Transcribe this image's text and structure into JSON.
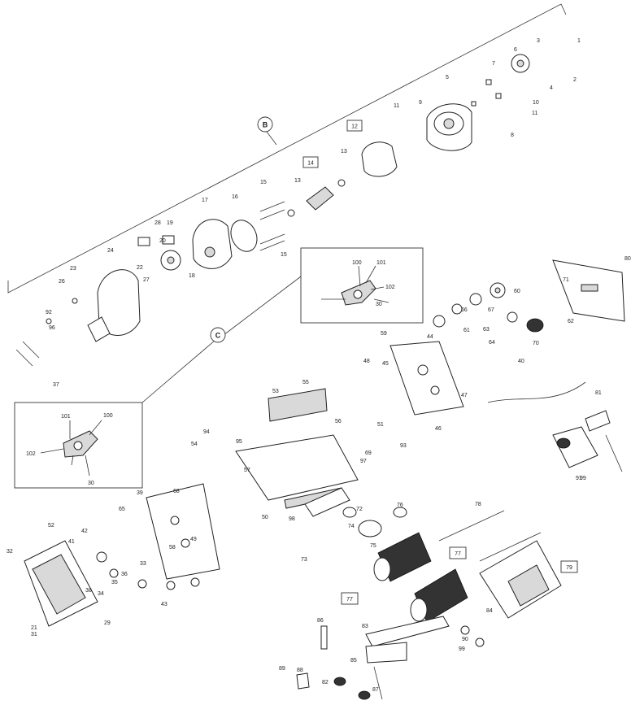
{
  "diagram": {
    "callouts": {
      "section_b": "B",
      "section_c": "C"
    },
    "boxed_labels": {
      "b12": "12",
      "b14": "14",
      "b77a": "77",
      "b77b": "77",
      "b79": "79"
    },
    "labels": [
      {
        "id": "1",
        "t": "1"
      },
      {
        "id": "2a",
        "t": "2"
      },
      {
        "id": "3",
        "t": "3"
      },
      {
        "id": "4",
        "t": "4"
      },
      {
        "id": "5",
        "t": "5"
      },
      {
        "id": "6",
        "t": "6"
      },
      {
        "id": "7a",
        "t": "7"
      },
      {
        "id": "8",
        "t": "8"
      },
      {
        "id": "9",
        "t": "9"
      },
      {
        "id": "10",
        "t": "10"
      },
      {
        "id": "11a",
        "t": "11"
      },
      {
        "id": "11b",
        "t": "11"
      },
      {
        "id": "13a",
        "t": "13"
      },
      {
        "id": "13b",
        "t": "13"
      },
      {
        "id": "15a",
        "t": "15"
      },
      {
        "id": "15b",
        "t": "15"
      },
      {
        "id": "16",
        "t": "16"
      },
      {
        "id": "17",
        "t": "17"
      },
      {
        "id": "18a",
        "t": "18"
      },
      {
        "id": "19",
        "t": "19"
      },
      {
        "id": "20",
        "t": "20"
      },
      {
        "id": "21",
        "t": "21"
      },
      {
        "id": "22",
        "t": "22"
      },
      {
        "id": "23",
        "t": "23"
      },
      {
        "id": "24",
        "t": "24"
      },
      {
        "id": "26",
        "t": "26"
      },
      {
        "id": "27",
        "t": "27"
      },
      {
        "id": "28",
        "t": "28"
      },
      {
        "id": "29",
        "t": "29"
      },
      {
        "id": "30a",
        "t": "30"
      },
      {
        "id": "30b",
        "t": "30"
      },
      {
        "id": "31",
        "t": "31"
      },
      {
        "id": "32",
        "t": "32"
      },
      {
        "id": "33",
        "t": "33"
      },
      {
        "id": "34",
        "t": "34"
      },
      {
        "id": "35",
        "t": "35"
      },
      {
        "id": "36",
        "t": "36"
      },
      {
        "id": "37",
        "t": "37"
      },
      {
        "id": "38",
        "t": "38"
      },
      {
        "id": "39",
        "t": "39"
      },
      {
        "id": "40",
        "t": "40"
      },
      {
        "id": "41",
        "t": "41"
      },
      {
        "id": "42",
        "t": "42"
      },
      {
        "id": "43",
        "t": "43"
      },
      {
        "id": "44",
        "t": "44"
      },
      {
        "id": "45",
        "t": "45"
      },
      {
        "id": "46",
        "t": "46"
      },
      {
        "id": "47",
        "t": "47"
      },
      {
        "id": "48",
        "t": "48"
      },
      {
        "id": "49",
        "t": "49"
      },
      {
        "id": "50",
        "t": "50"
      },
      {
        "id": "51",
        "t": "51"
      },
      {
        "id": "52",
        "t": "52"
      },
      {
        "id": "53",
        "t": "53"
      },
      {
        "id": "54",
        "t": "54"
      },
      {
        "id": "55",
        "t": "55"
      },
      {
        "id": "56",
        "t": "56"
      },
      {
        "id": "57",
        "t": "57"
      },
      {
        "id": "58",
        "t": "58"
      },
      {
        "id": "59",
        "t": "59"
      },
      {
        "id": "60",
        "t": "60"
      },
      {
        "id": "61",
        "t": "61"
      },
      {
        "id": "62",
        "t": "62"
      },
      {
        "id": "63",
        "t": "63"
      },
      {
        "id": "64",
        "t": "64"
      },
      {
        "id": "65",
        "t": "65"
      },
      {
        "id": "66",
        "t": "66"
      },
      {
        "id": "67",
        "t": "67"
      },
      {
        "id": "68",
        "t": "68"
      },
      {
        "id": "69",
        "t": "69"
      },
      {
        "id": "70",
        "t": "70"
      },
      {
        "id": "71",
        "t": "71"
      },
      {
        "id": "72",
        "t": "72"
      },
      {
        "id": "73",
        "t": "73"
      },
      {
        "id": "74",
        "t": "74"
      },
      {
        "id": "75",
        "t": "75"
      },
      {
        "id": "76",
        "t": "76"
      },
      {
        "id": "78",
        "t": "78"
      },
      {
        "id": "80",
        "t": "80"
      },
      {
        "id": "81",
        "t": "81"
      },
      {
        "id": "82",
        "t": "82"
      },
      {
        "id": "83",
        "t": "83"
      },
      {
        "id": "84",
        "t": "84"
      },
      {
        "id": "85",
        "t": "85"
      },
      {
        "id": "86",
        "t": "86"
      },
      {
        "id": "87",
        "t": "87"
      },
      {
        "id": "88",
        "t": "88"
      },
      {
        "id": "89",
        "t": "89"
      },
      {
        "id": "90",
        "t": "90"
      },
      {
        "id": "91",
        "t": "91"
      },
      {
        "id": "92",
        "t": "92"
      },
      {
        "id": "93",
        "t": "93"
      },
      {
        "id": "94",
        "t": "94"
      },
      {
        "id": "95",
        "t": "95"
      },
      {
        "id": "96",
        "t": "96"
      },
      {
        "id": "97",
        "t": "97"
      },
      {
        "id": "98",
        "t": "98"
      },
      {
        "id": "99a",
        "t": "99"
      },
      {
        "id": "99b",
        "t": "99"
      },
      {
        "id": "100a",
        "t": "100"
      },
      {
        "id": "100b",
        "t": "100"
      },
      {
        "id": "101a",
        "t": "101"
      },
      {
        "id": "101b",
        "t": "101"
      },
      {
        "id": "102a",
        "t": "102"
      },
      {
        "id": "102b",
        "t": "102"
      }
    ]
  }
}
